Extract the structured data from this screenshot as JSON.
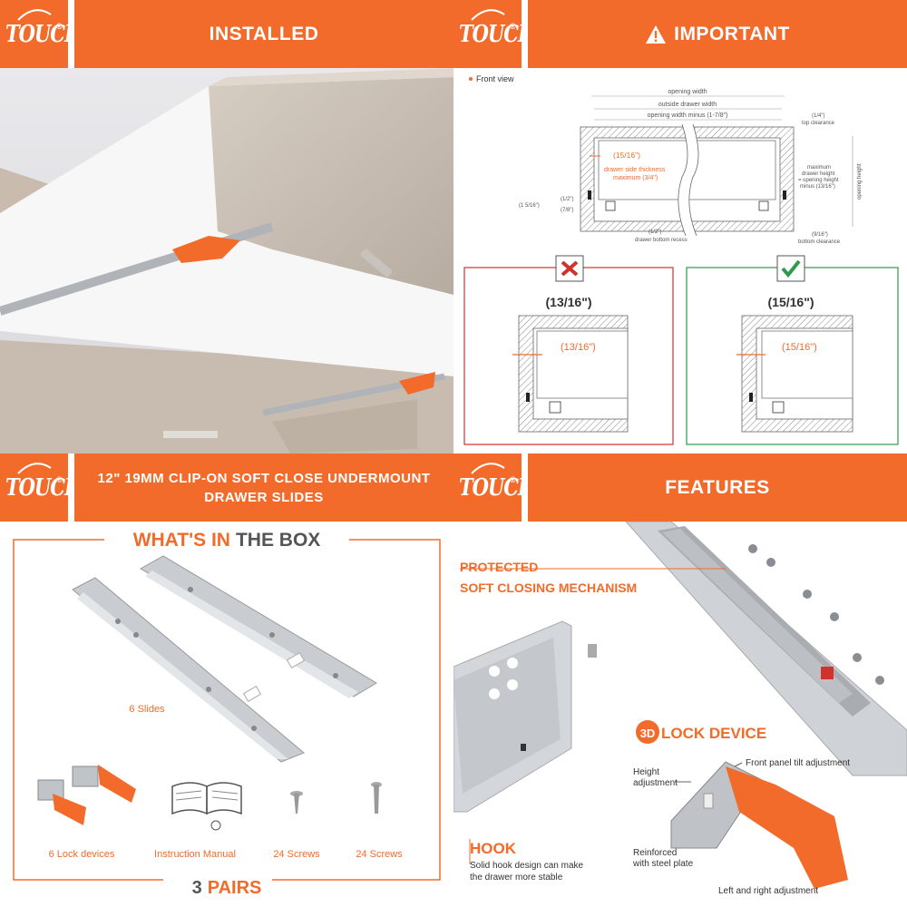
{
  "brand": {
    "logo_text": "TOUCH",
    "registered": "®",
    "accent": "#f26b2b",
    "ok_color": "#2e9a4b",
    "bad_color": "#d0332c"
  },
  "panels": {
    "installed": {
      "title": "INSTALLED"
    },
    "important": {
      "title": "IMPORTANT",
      "warning_icon": "warning-triangle-icon",
      "front_view": "Front view",
      "dims": {
        "opening_width": "opening width",
        "outside_drawer_width": "outside drawer width",
        "opening_width_minus": "opening width minus (1-7/8\")",
        "side_gap": "(15/16\")",
        "side_thickness_1": "drawer side thickness",
        "side_thickness_2": "maximum (3/4\")",
        "top_clear_val": "(1/4\")",
        "top_clear_label": "top clearance",
        "max_height_1": "maximum",
        "max_height_2": "drawer height",
        "max_height_3": "= opening height",
        "max_height_4": "minus (13/16\")",
        "opening_height": "opening height",
        "dim_1516": "(1 5/16\")",
        "dim_12": "(1/2\")",
        "dim_78": "(7/8\")",
        "bottom_recess_val": "(1/2\")",
        "bottom_recess_label": "drawer bottom recess",
        "bottom_clear_val": "(9/16\")",
        "bottom_clear_label": "bottom clearance"
      },
      "wrong": {
        "heading": "(13/16\")",
        "callout": "(13/16\")",
        "icon": "x-mark-icon"
      },
      "right": {
        "heading": "(15/16\")",
        "callout": "(15/16\")",
        "icon": "check-mark-icon"
      }
    },
    "box": {
      "title_line1": "12\" 19MM CLIP-ON SOFT CLOSE UNDERMOUNT",
      "title_line2": "DRAWER SLIDES",
      "section_orange": "WHAT'S IN",
      "section_gray": "THE BOX",
      "slides_label": "6 Slides",
      "items": [
        {
          "label": "6 Lock devices",
          "icon": "lock-device-icon"
        },
        {
          "label": "Instruction Manual",
          "icon": "book-icon"
        },
        {
          "label": "24 Screws",
          "icon": "screw-icon"
        },
        {
          "label": "24 Screws",
          "icon": "screw-icon"
        }
      ],
      "pairs_num": "3",
      "pairs_word": "PAIRS"
    },
    "features": {
      "title": "FEATURES",
      "protected_1": "PROTECTED",
      "protected_2": "SOFT CLOSING MECHANISM",
      "lock_3d": "3D",
      "lock_word": "LOCK DEVICE",
      "front_tilt": "Front panel tilt adjustment",
      "height_1": "Height",
      "height_2": "adjustment",
      "reinforced_1": "Reinforced",
      "reinforced_2": "with steel plate",
      "left_right": "Left and right adjustment",
      "hook_title": "HOOK",
      "hook_desc_1": "Solid hook design can make",
      "hook_desc_2": "the drawer more stable"
    }
  }
}
